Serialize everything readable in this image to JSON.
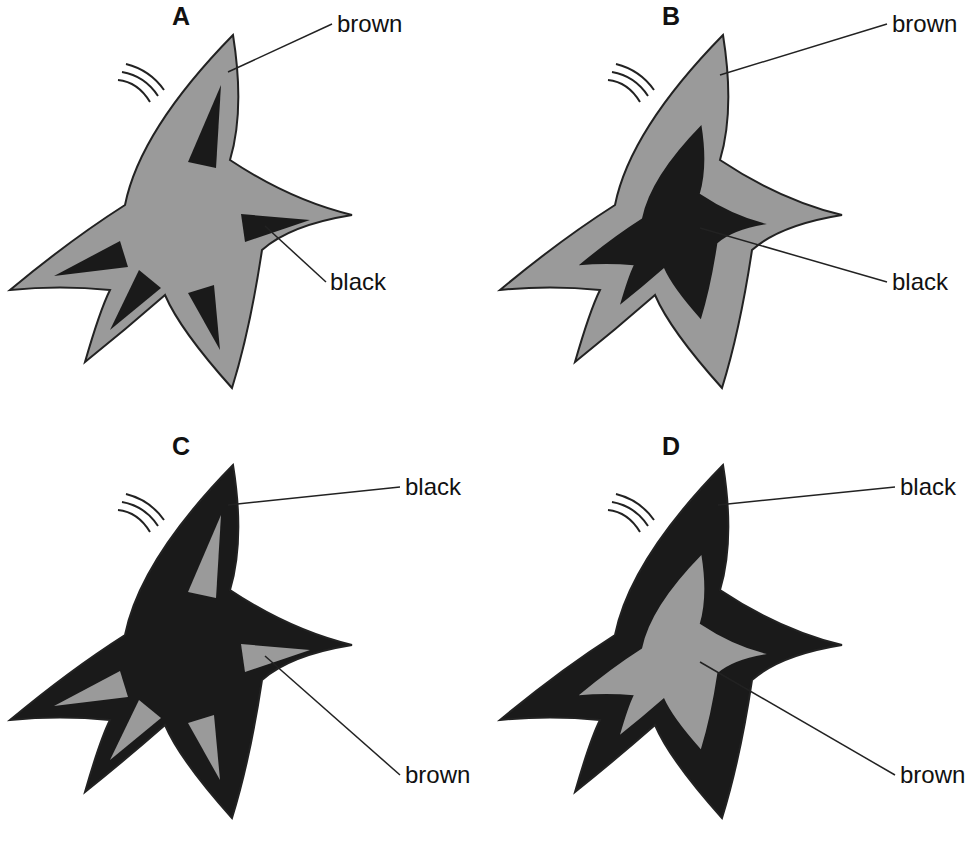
{
  "diagram": {
    "labels": [
      "A",
      "brown",
      "black",
      "B",
      "brown",
      "black",
      "C",
      "black",
      "brown",
      "D",
      "black",
      "brown"
    ]
  }
}
